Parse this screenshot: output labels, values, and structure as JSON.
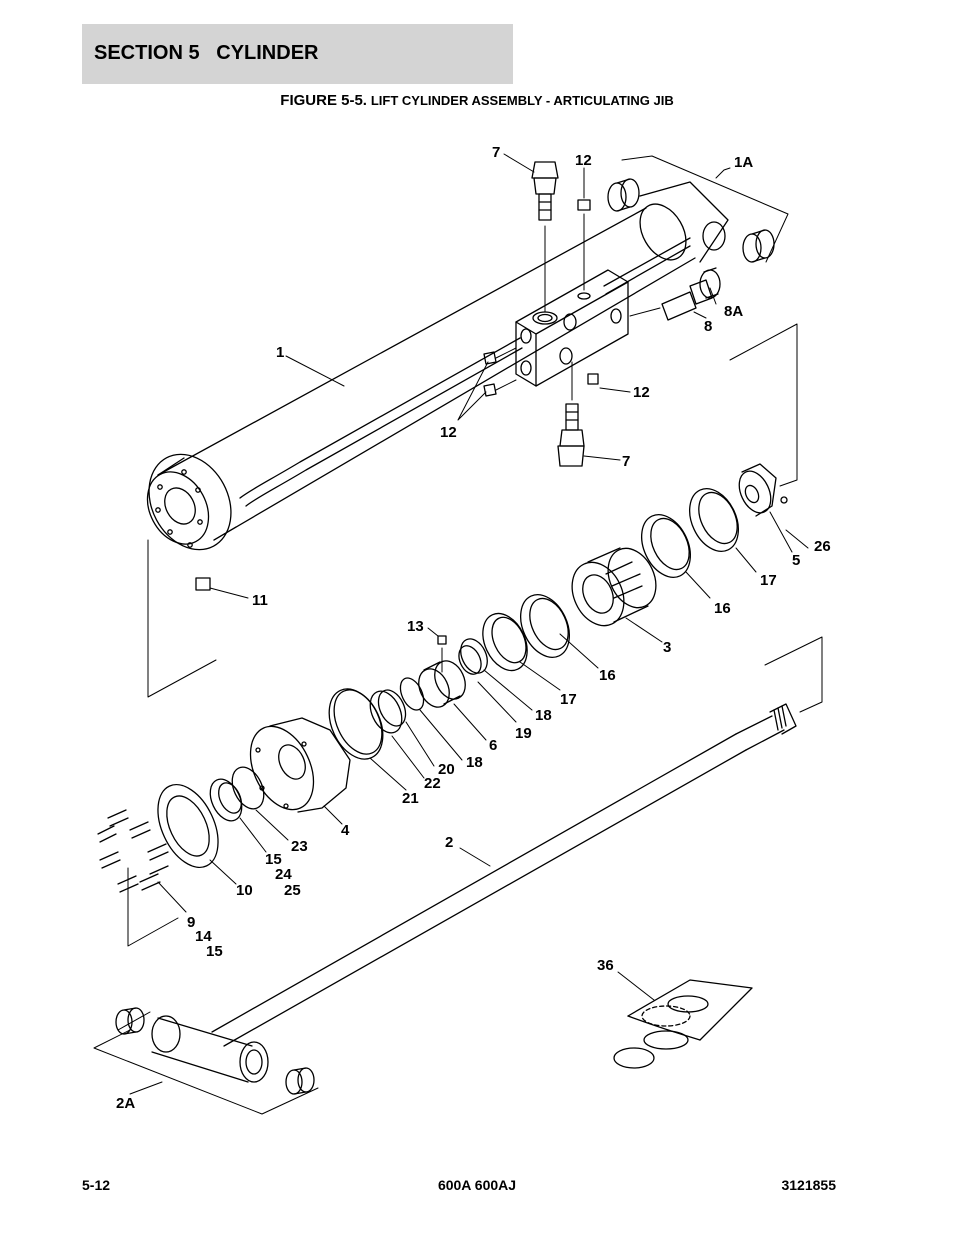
{
  "header": {
    "section_title": "SECTION 5   CYLINDER"
  },
  "figure": {
    "caption_prefix": "FIGURE 5-5.",
    "caption_text": "LIFT CYLINDER ASSEMBLY - ARTICULATING JIB"
  },
  "callouts": {
    "c7_top": "7",
    "c12_top": "12",
    "c1A": "1A",
    "c8A": "8A",
    "c8": "8",
    "c1": "1",
    "c12_right": "12",
    "c12_left": "12",
    "c7_bottom": "7",
    "c26": "26",
    "c5": "5",
    "c17_right": "17",
    "c16_right": "16",
    "c3": "3",
    "c11": "11",
    "c13": "13",
    "c16_mid": "16",
    "c17_mid": "17",
    "c18_a": "18",
    "c19": "19",
    "c6": "6",
    "c18_b": "18",
    "c20": "20",
    "c22": "22",
    "c21": "21",
    "c4": "4",
    "c23": "23",
    "c2": "2",
    "c15_a": "15",
    "c24": "24",
    "c10": "10",
    "c25": "25",
    "c9": "9",
    "c14": "14",
    "c15_b": "15",
    "c36": "36",
    "c2A": "2A"
  },
  "footer": {
    "page_number": "5-12",
    "model": "600A 600AJ",
    "doc_number": "3121855"
  }
}
